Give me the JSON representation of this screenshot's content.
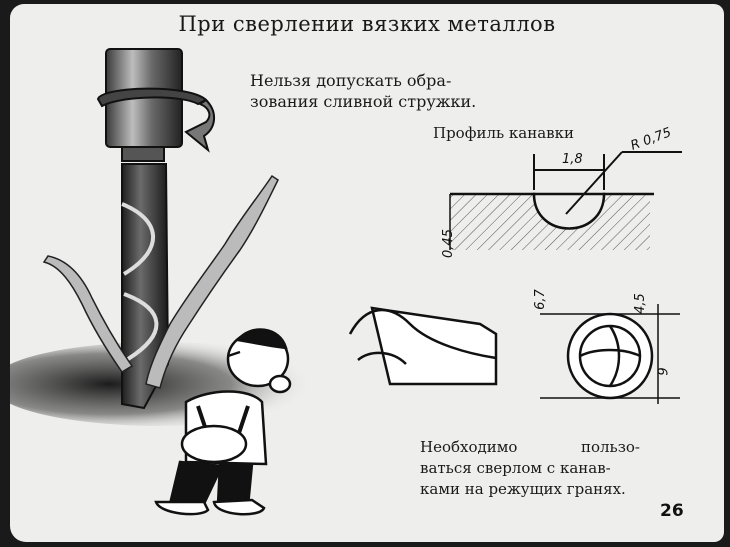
{
  "slide": {
    "title": "При сверлении вязких металлов",
    "warning_lines": [
      "Нельзя допускать обра-",
      "зования сливной стружки."
    ],
    "profile_label": "Профиль канавки",
    "dimensions": {
      "groove_width": "1,8",
      "groove_radius": "R 0,75",
      "groove_depth": "0,45",
      "dim_6_7": "6,7",
      "dim_4_5": "4,5",
      "dim_9": "9"
    },
    "note_lines": [
      [
        "Необходимо",
        "пользо-"
      ],
      [
        "ваться сверлом с канав-"
      ],
      [
        "ками на режущих гранях."
      ]
    ],
    "page_number": "26"
  }
}
